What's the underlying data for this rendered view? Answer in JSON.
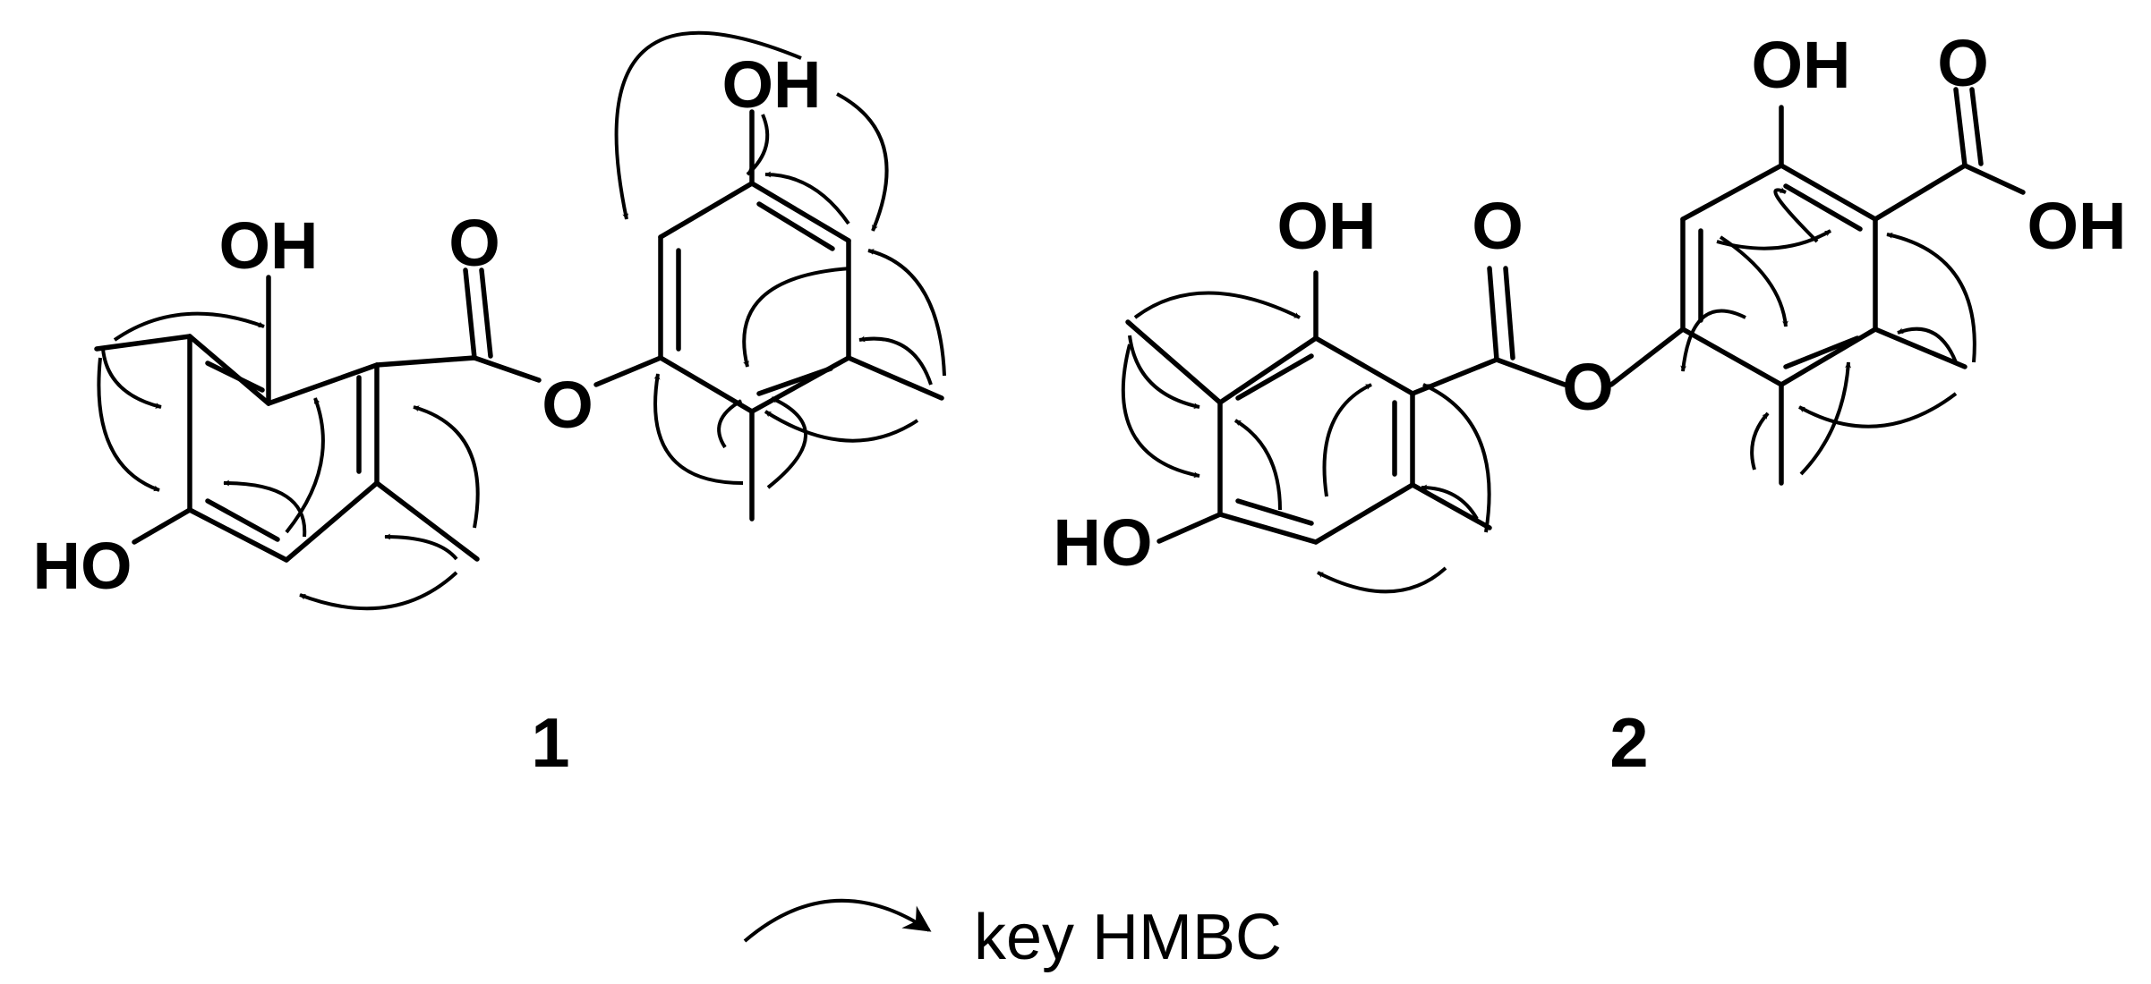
{
  "molecules": {
    "m1": {
      "label": "1",
      "atoms": {
        "oh_a": "OH",
        "ho_a": "HO",
        "o_carbonyl": "O",
        "o_ester": "O",
        "oh_b": "OH"
      }
    },
    "m2": {
      "label": "2",
      "atoms": {
        "oh_a": "OH",
        "ho_a": "HO",
        "o_carbonyl": "O",
        "o_ester": "O",
        "oh_b": "OH",
        "o_acid_carbonyl": "O",
        "oh_acid": "OH"
      }
    }
  },
  "legend": {
    "text": "key HMBC",
    "icon": "curved-arrow-icon"
  }
}
